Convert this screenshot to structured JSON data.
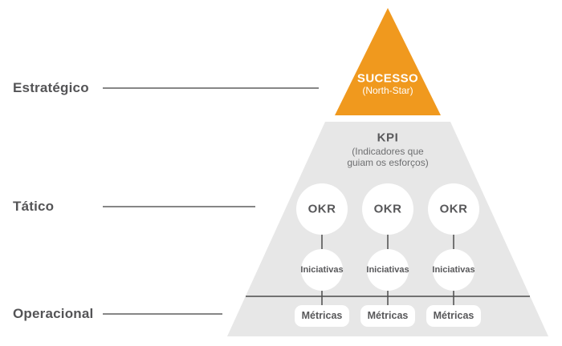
{
  "colors": {
    "accent_orange": "#F0991E",
    "pyramid_gray": "#E7E7E7",
    "node_white": "#FFFFFF",
    "level_line": "#3F3F3E",
    "connector_line": "#4C4C4C"
  },
  "levels": {
    "strategic_label": "Estratégico",
    "tactical_label": "Tático",
    "operational_label": "Operacional"
  },
  "pyramid": {
    "success": {
      "title": "SUCESSO",
      "subtitle": "(North-Star)"
    },
    "kpi": {
      "title": "KPI",
      "subtitle": "(Indicadores que guiam os esforços)"
    },
    "okrs": [
      {
        "label": "OKR"
      },
      {
        "label": "OKR"
      },
      {
        "label": "OKR"
      }
    ],
    "initiatives": [
      {
        "label": "Iniciativas"
      },
      {
        "label": "Iniciativas"
      },
      {
        "label": "Iniciativas"
      }
    ],
    "metrics": [
      {
        "label": "Métricas"
      },
      {
        "label": "Métricas"
      },
      {
        "label": "Métricas"
      }
    ]
  }
}
